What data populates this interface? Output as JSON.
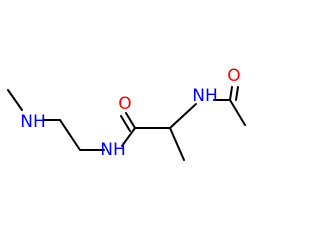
{
  "molecule": {
    "atoms": {
      "o_acetyl": {
        "symbol": "O",
        "color": "#ff0000"
      },
      "n_acetamido": {
        "symbol": "NH",
        "color": "#0000ff"
      },
      "o_amide": {
        "symbol": "O",
        "color": "#ff0000"
      },
      "n_amide": {
        "symbol": "NH",
        "color": "#0000ff"
      },
      "n_methylamino": {
        "symbol": "NH",
        "color": "#0000ff"
      }
    }
  }
}
